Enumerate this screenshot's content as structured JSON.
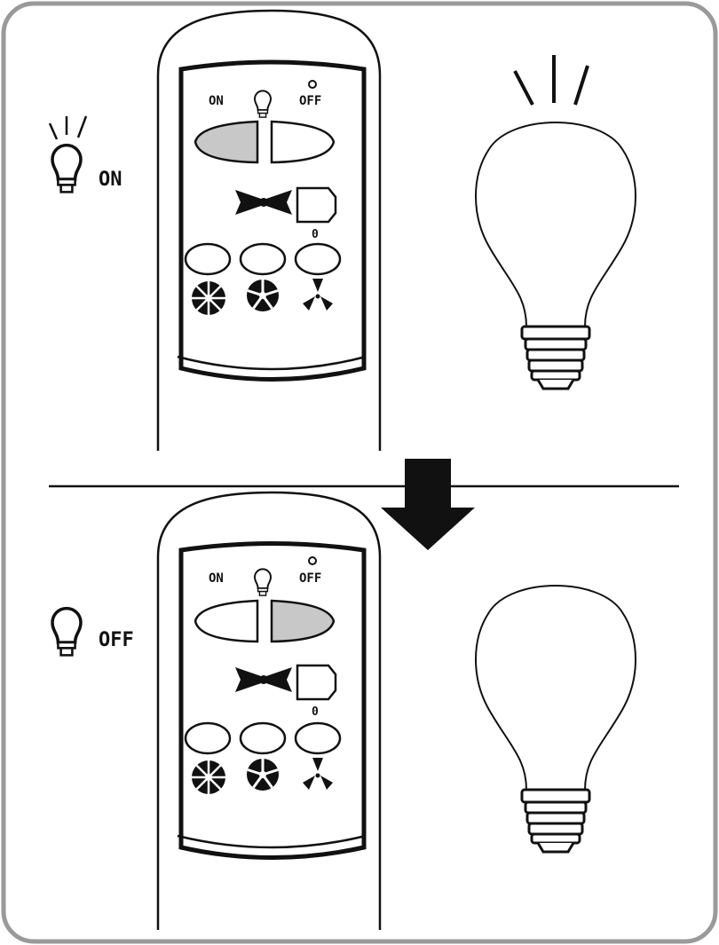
{
  "panels": [
    {
      "state_label": "ON",
      "remote": {
        "on_label": "ON",
        "off_label": "OFF",
        "zero_label": "0",
        "pressed_button": "on"
      },
      "bulb": {
        "state": "lit",
        "icon": "lightbulb-lit-icon"
      }
    },
    {
      "state_label": "OFF",
      "remote": {
        "on_label": "ON",
        "off_label": "OFF",
        "zero_label": "0",
        "pressed_button": "off"
      },
      "bulb": {
        "state": "unlit",
        "icon": "lightbulb-icon"
      }
    }
  ],
  "colors": {
    "pressed_button": "#c8c8c8",
    "line": "#111111",
    "frame": "#9a9a9a"
  }
}
